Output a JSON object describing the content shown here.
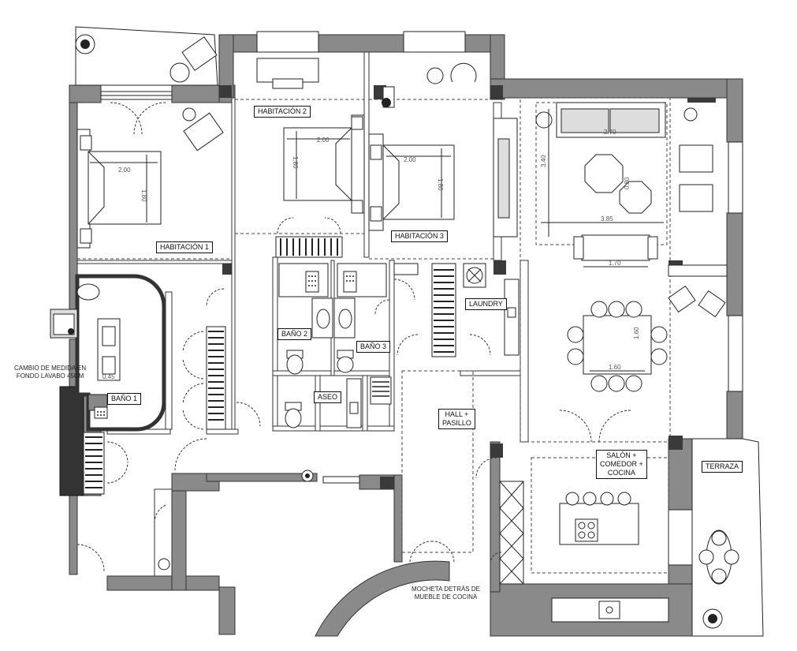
{
  "rooms": {
    "habitacion_1": "HABITACIÓN 1",
    "habitacion_2": "HABITACIÓN 2",
    "habitacion_3": "HABITACIÓN 3",
    "bano_1": "BAÑO 1",
    "bano_2": "BAÑO 2",
    "bano_3": "BAÑO 3",
    "aseo": "ASEO",
    "laundry": "LAUNDRY",
    "hall_line1": "HALL +",
    "hall_line2": "PASILLO",
    "salon_line1": "SALÓN +",
    "salon_line2": "COMEDOR +",
    "salon_line3": "COCINA",
    "terraza": "TERRAZA"
  },
  "notes": {
    "medida_line1": "CAMBIO DE MEDIDA EN",
    "medida_line2": "FONDO LAVABO 45CM",
    "mocheta_line1": "MOCHETA DETRÁS DE",
    "mocheta_line2": "MUEBLE DE COCINA"
  },
  "dimensions": {
    "bed1_width": "2.00",
    "bed1_depth": "1.80",
    "bed2_width": "2.00",
    "bed2_depth": "1.80",
    "bed3_width": "2.00",
    "bed3_depth": "1.80",
    "sofa_width": "2.70",
    "rug_width": "3.85",
    "rug_depth": "3.40",
    "bench_width": "1.70",
    "table_width": "1.60",
    "table_depth": "1.60",
    "coffee_table": "0.80",
    "sink_depth": "0.45"
  },
  "colors": {
    "wall": "#8a8a8a",
    "column": "#3a3a3a",
    "line": "#222222",
    "background": "#ffffff"
  }
}
